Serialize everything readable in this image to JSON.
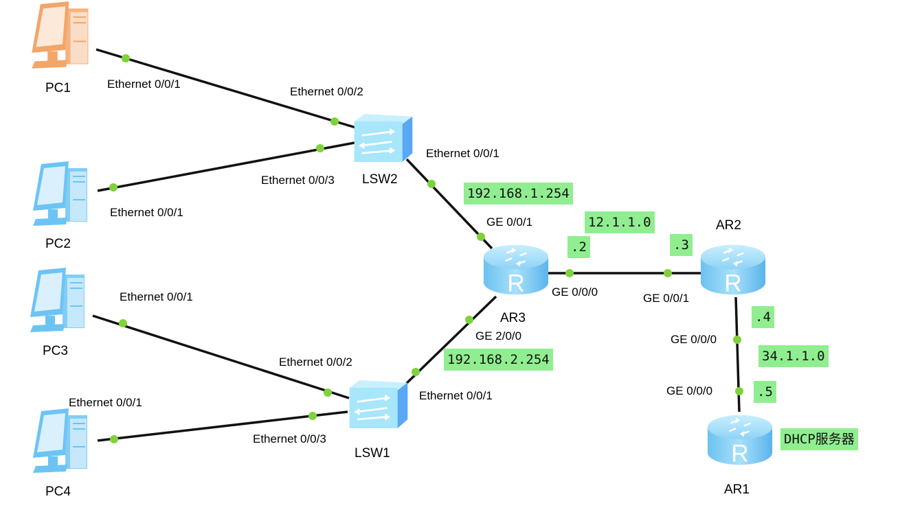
{
  "devices": {
    "pc1": {
      "name": "PC1",
      "type": "pc",
      "state": "inactive"
    },
    "pc2": {
      "name": "PC2",
      "type": "pc",
      "state": "active"
    },
    "pc3": {
      "name": "PC3",
      "type": "pc",
      "state": "active"
    },
    "pc4": {
      "name": "PC4",
      "type": "pc",
      "state": "active"
    },
    "lsw1": {
      "name": "LSW1",
      "type": "switch"
    },
    "lsw2": {
      "name": "LSW2",
      "type": "switch"
    },
    "ar1": {
      "name": "AR1",
      "type": "router"
    },
    "ar2": {
      "name": "AR2",
      "type": "router"
    },
    "ar3": {
      "name": "AR3",
      "type": "router"
    }
  },
  "links": [
    {
      "from": "pc1",
      "from_port": "Ethernet 0/0/1",
      "to": "lsw2",
      "to_port": "Ethernet 0/0/2"
    },
    {
      "from": "pc2",
      "from_port": "Ethernet 0/0/1",
      "to": "lsw2",
      "to_port": "Ethernet 0/0/3"
    },
    {
      "from": "lsw2",
      "from_port": "Ethernet 0/0/1",
      "to": "ar3",
      "to_port": "GE 0/0/1"
    },
    {
      "from": "pc3",
      "from_port": "Ethernet 0/0/1",
      "to": "lsw1",
      "to_port": "Ethernet 0/0/2"
    },
    {
      "from": "pc4",
      "from_port": "Ethernet 0/0/1",
      "to": "lsw1",
      "to_port": "Ethernet 0/0/3"
    },
    {
      "from": "lsw1",
      "from_port": "Ethernet 0/0/1",
      "to": "ar3",
      "to_port": "GE 2/0/0"
    },
    {
      "from": "ar3",
      "from_port": "GE 0/0/0",
      "to": "ar2",
      "to_port": "GE 0/0/1"
    },
    {
      "from": "ar2",
      "from_port": "GE 0/0/0",
      "to": "ar1",
      "to_port": "GE 0/0/0"
    }
  ],
  "notes": {
    "ar3_g001_ip": "192.168.1.254",
    "ar3_g200_ip": "192.168.2.254",
    "net_ar3_ar2": "12.1.1.0",
    "ar3_host": ".2",
    "ar2_host_w": ".3",
    "ar2_host_s": ".4",
    "net_ar2_ar1": "34.1.1.0",
    "ar1_host": ".5",
    "ar1_role": "DHCP服务器"
  },
  "colors": {
    "link": "#111111",
    "port_dot": "#7ed23a",
    "note_bg": "#90ee90",
    "device_blue": "#8fd3f5",
    "pc_inactive": "#f4b07a"
  }
}
